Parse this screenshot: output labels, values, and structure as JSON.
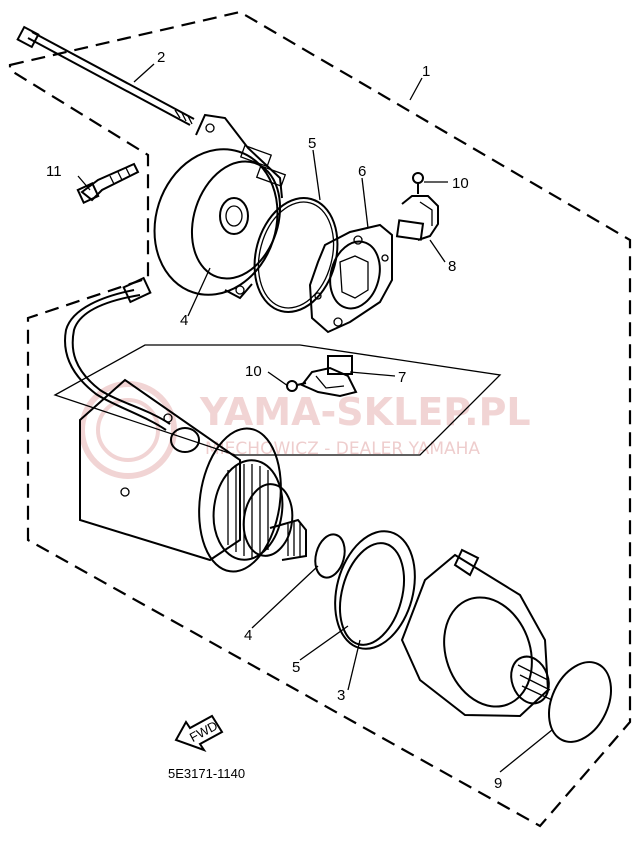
{
  "callouts": {
    "c1": "1",
    "c2": "2",
    "c3": "3",
    "c4a": "4",
    "c4b": "4",
    "c5a": "5",
    "c5b": "5",
    "c6": "6",
    "c7": "7",
    "c8": "8",
    "c9": "9",
    "c10a": "10",
    "c10b": "10",
    "c11": "11"
  },
  "fwd_label": "FWD",
  "diagram_code": "5E3171-1140",
  "watermark": {
    "main": "YAMA-SKLEP.PL",
    "sub": "MIECHOWICZ - DEALER YAMAHA",
    "color": "#e8b8b8"
  }
}
